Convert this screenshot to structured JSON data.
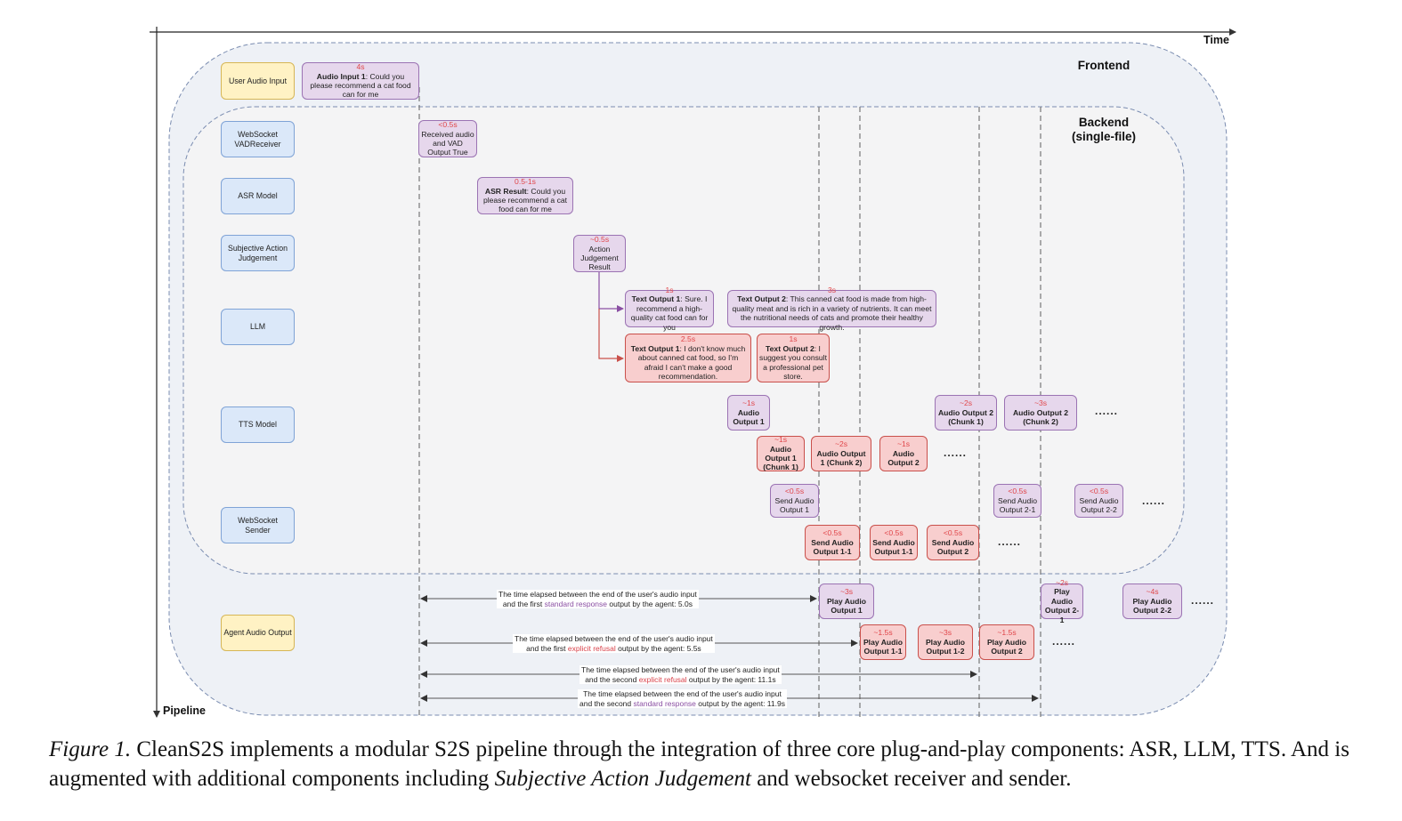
{
  "axes": {
    "time_label": "Time",
    "pipeline_label": "Pipeline"
  },
  "regions": {
    "frontend_label": "Frontend",
    "backend_label": "Backend\n(single-file)"
  },
  "lanes": {
    "user_audio_input": "User Audio Input",
    "websocket_vad_receiver": "WebSocket\nVADReceiver",
    "asr_model": "ASR Model",
    "subjective_action_judgement": "Subjective Action\nJudgement",
    "llm": "LLM",
    "tts_model": "TTS Model",
    "websocket_sender": "WebSocket\nSender",
    "agent_audio_output": "Agent Audio Output"
  },
  "nodes": {
    "audio_input_1": {
      "time": "4s",
      "title": "Audio Input 1",
      "text": ": Could you please recommend a cat food can for me"
    },
    "vad": {
      "time": "<0.5s",
      "text": "Received audio and VAD Output True"
    },
    "asr_result": {
      "time": "0.5-1s",
      "title": "ASR Result",
      "text": ": Could you please recommend a cat food can for me"
    },
    "action_judgement": {
      "time": "~0.5s",
      "text": "Action Judgement Result"
    },
    "text_output_1_std": {
      "time": "1s",
      "title": "Text Output 1",
      "text": ": Sure. I recommend a high-quality cat food can for you"
    },
    "text_output_2_std": {
      "time": "3s",
      "title": "Text Output 2",
      "text": ": This canned cat food is made from high-quality meat and is rich in a variety of nutrients. It can meet the nutritional needs of cats and promote their healthy growth."
    },
    "text_output_1_ref": {
      "time": "2.5s",
      "title": "Text Output 1",
      "text": ": I don't know much about canned cat food, so I'm afraid I can't make a good recommendation."
    },
    "text_output_2_ref": {
      "time": "1s",
      "title": "Text Output 2",
      "text": ": I suggest you consult a professional pet store."
    },
    "tts_audio_output_1": {
      "time": "~1s",
      "title": "Audio Output 1"
    },
    "tts_audio_output_2_chunk_1": {
      "time": "~2s",
      "title": "Audio Output 2 (Chunk 1)"
    },
    "tts_audio_output_2_chunk_2": {
      "time": "~3s",
      "title": "Audio Output 2 (Chunk 2)"
    },
    "tts_ref_audio_output_1_chunk_1": {
      "time": "~1s",
      "title": "Audio Output 1 (Chunk 1)"
    },
    "tts_ref_audio_output_1_chunk_2": {
      "time": "~2s",
      "title": "Audio Output 1 (Chunk 2)"
    },
    "tts_ref_audio_output_2": {
      "time": "~1s",
      "title": "Audio Output 2"
    },
    "send_audio_output_1": {
      "time": "<0.5s",
      "text": "Send Audio Output 1"
    },
    "send_audio_output_2_1": {
      "time": "<0.5s",
      "text": "Send Audio Output 2-1"
    },
    "send_audio_output_2_2": {
      "time": "<0.5s",
      "text": "Send Audio Output 2-2"
    },
    "send_ref_audio_output_1_1a": {
      "time": "<0.5s",
      "title": "Send Audio Output 1-1"
    },
    "send_ref_audio_output_1_1b": {
      "time": "<0.5s",
      "title": "Send Audio Output 1-1"
    },
    "send_ref_audio_output_2": {
      "time": "<0.5s",
      "title": "Send Audio Output 2"
    },
    "play_audio_output_1": {
      "time": "~3s",
      "title": "Play Audio Output 1"
    },
    "play_audio_output_2_1": {
      "time": "~2s",
      "title": "Play Audio Output 2-1"
    },
    "play_audio_output_2_2": {
      "time": "~4s",
      "title": "Play Audio Output 2-2"
    },
    "play_ref_audio_output_1_1": {
      "time": "~1.5s",
      "title": "Play Audio Output 1-1"
    },
    "play_ref_audio_output_1_2": {
      "time": "~3s",
      "title": "Play Audio Output 1-2"
    },
    "play_ref_audio_output_2": {
      "time": "~1.5s",
      "title": "Play Audio Output 2"
    }
  },
  "ellipsis": "......",
  "annotations": {
    "first_standard": {
      "line1": "The time elapsed between the end of the user's audio input",
      "pre": "and the first ",
      "hl": "standard response",
      "post": " output by the agent: 5.0s"
    },
    "first_refusal": {
      "line1": "The time elapsed between the end of the user's audio input",
      "pre": "and the first ",
      "hl": "explicit refusal",
      "post": " output by the agent: 5.5s"
    },
    "second_refusal": {
      "line1": "The time elapsed between the end of the user's audio input",
      "pre": "and the second ",
      "hl": "explicit refusal",
      "post": " output by the agent: 11.1s"
    },
    "second_standard": {
      "line1": "The time elapsed between the end of the user's audio input",
      "pre": "and the second ",
      "hl": "standard response",
      "post": " output by the agent: 11.9s"
    }
  },
  "caption": {
    "label": "Figure 1.",
    "text1": " CleanS2S implements a modular S2S pipeline through the integration of three core plug-and-play components: ASR, LLM, TTS. And is augmented with additional components including ",
    "emph": "Subjective Action Judgement",
    "text2": " and websocket receiver and sender."
  },
  "colors": {
    "lane_fill": "#dbe8f9",
    "lane_border": "#7fa3d6",
    "io_fill": "#fff2c4",
    "standard_fill": "#e6d7ec",
    "standard_border": "#9b73b3",
    "refusal_fill": "#f8cece",
    "refusal_border": "#c9504b",
    "time_text": "#e0464a"
  }
}
